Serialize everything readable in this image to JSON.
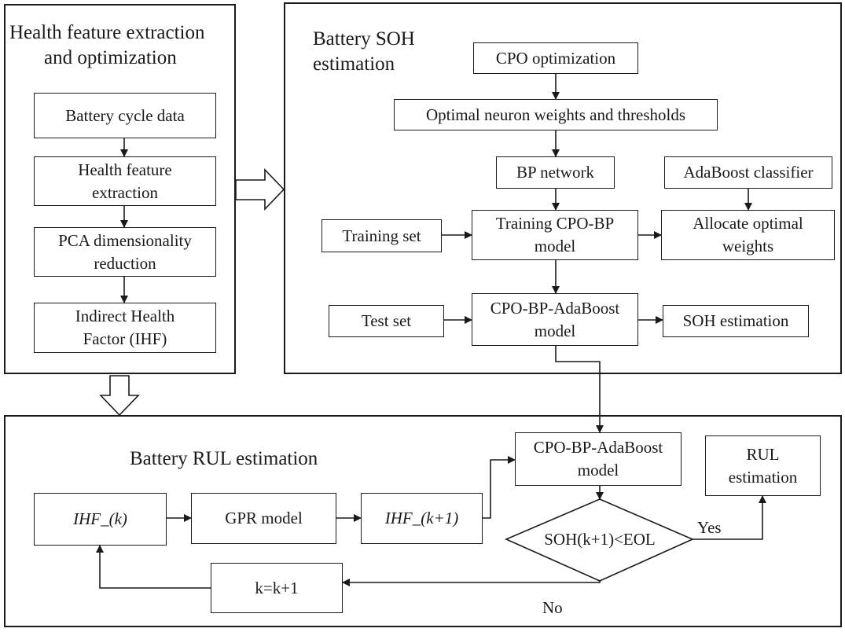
{
  "panels": {
    "feature": {
      "title_line1": "Health feature extraction",
      "title_line2": "and optimization"
    },
    "soh": {
      "title_line1": "Battery SOH",
      "title_line2": "estimation"
    },
    "rul": {
      "title": "Battery RUL estimation"
    }
  },
  "nodes": {
    "battery_cycle_data": [
      "Battery cycle data"
    ],
    "health_feature_extraction": [
      "Health feature",
      "extraction"
    ],
    "pca_reduction": [
      "PCA dimensionality",
      "reduction"
    ],
    "indirect_health_factor": [
      "Indirect Health",
      "Factor (IHF)"
    ],
    "cpo_optimization": [
      "CPO optimization"
    ],
    "optimal_weights_thresholds": [
      "Optimal neuron weights and thresholds"
    ],
    "bp_network": [
      "BP network"
    ],
    "adaboost_classifier": [
      "AdaBoost classifier"
    ],
    "training_set": [
      "Training set"
    ],
    "training_cpo_bp": [
      "Training CPO-BP",
      "model"
    ],
    "allocate_optimal_weights": [
      "Allocate optimal",
      "weights"
    ],
    "test_set": [
      "Test set"
    ],
    "cpo_bp_adaboost": [
      "CPO-BP-AdaBoost",
      "model"
    ],
    "soh_estimation": [
      "SOH estimation"
    ],
    "rul_cpo_bp_adaboost": [
      "CPO-BP-AdaBoost",
      "model"
    ],
    "rul_estimation": [
      "RUL",
      "estimation"
    ],
    "ihf_k": [
      "IHF_(k)"
    ],
    "gpr_model": [
      "GPR model"
    ],
    "ihf_k1": [
      "IHF_(k+1)"
    ],
    "k_increment": [
      "k=k+1"
    ]
  },
  "decision": {
    "condition": "SOH(k+1)<EOL",
    "yes_label": "Yes",
    "no_label": "No"
  }
}
